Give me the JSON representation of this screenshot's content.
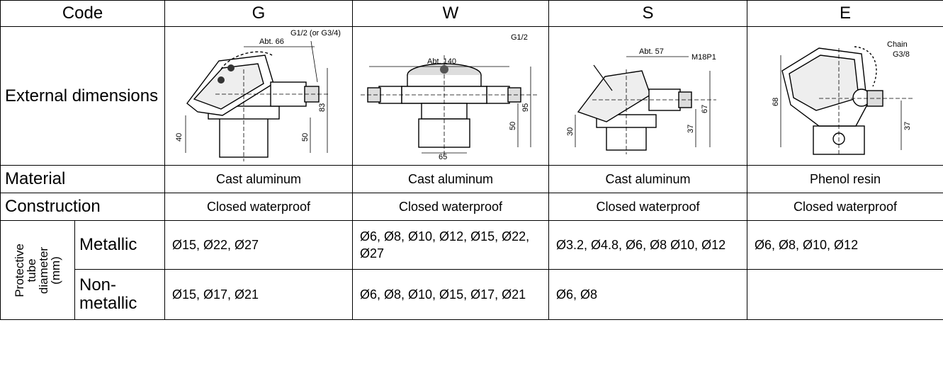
{
  "columns": {
    "code": "Code",
    "g": "G",
    "w": "W",
    "s": "S",
    "e": "E"
  },
  "external_dimensions": {
    "label": "External dimensions",
    "g": {
      "dim_top": "Abt. 66",
      "thread": "G1/2 (or G3/4)",
      "h1": "40",
      "h2": "50",
      "h3": "83"
    },
    "w": {
      "dim_top": "Abt. 140",
      "thread": "G1/2",
      "h1": "50",
      "h2": "95",
      "dim_bottom": "65"
    },
    "s": {
      "dim_top": "Abt. 57",
      "thread": "M18P1",
      "h1": "30",
      "h2": "37",
      "h3": "67"
    },
    "e": {
      "chain": "Chain",
      "thread": "G3/8",
      "h1": "68",
      "h2": "37"
    }
  },
  "material": {
    "label": "Material",
    "g": "Cast aluminum",
    "w": "Cast aluminum",
    "s": "Cast aluminum",
    "e": "Phenol resin"
  },
  "construction": {
    "label": "Construction",
    "g": "Closed waterproof",
    "w": "Closed waterproof",
    "s": "Closed waterproof",
    "e": "Closed waterproof"
  },
  "protective_tube": {
    "label": "Protective tube diameter (mm)",
    "metallic": {
      "label": "Metallic",
      "g": "Ø15, Ø22, Ø27",
      "w": "Ø6,  Ø8,  Ø10,  Ø12,  Ø15, Ø22, Ø27",
      "s": "Ø3.2, Ø4.8, Ø6, Ø8 Ø10, Ø12",
      "e": "Ø6, Ø8, Ø10, Ø12"
    },
    "non_metallic": {
      "label": "Non-metallic",
      "g": "Ø15, Ø17, Ø21",
      "w": "Ø6,  Ø8,  Ø10,  Ø15,  Ø17, Ø21",
      "s": "Ø6, Ø8",
      "e": ""
    }
  }
}
